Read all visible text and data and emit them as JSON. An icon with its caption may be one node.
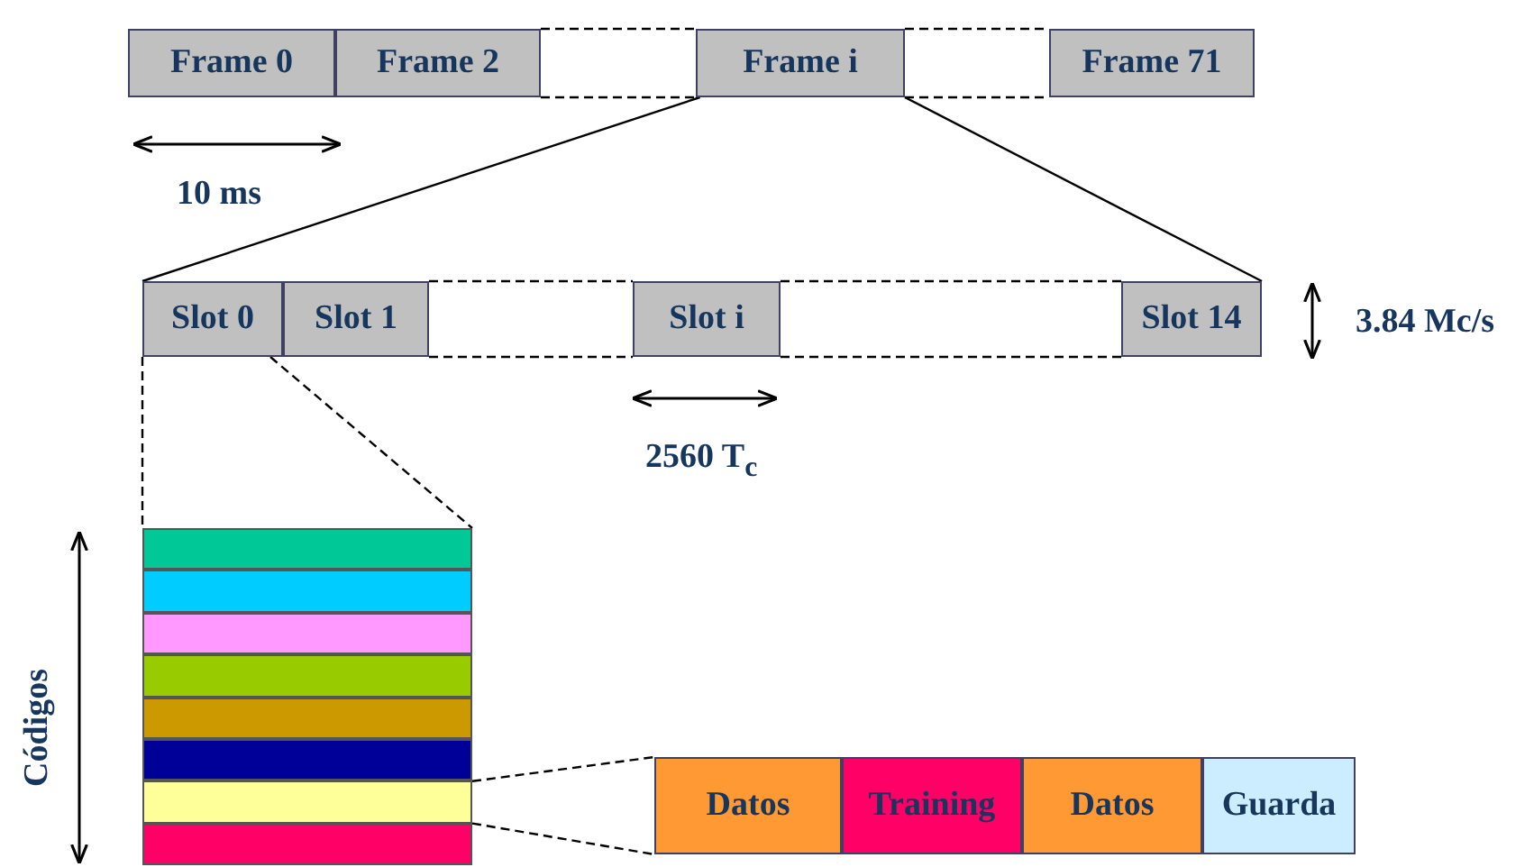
{
  "diagram": {
    "nodes": [
      {
        "text": [
          "Frame 0"
        ]
      },
      {
        "text": [
          "Frame 2"
        ]
      },
      {
        "text": [
          "Frame i"
        ]
      },
      {
        "text": [
          "Frame 71"
        ]
      },
      {
        "text": [
          "Slot 0"
        ]
      },
      {
        "text": [
          "Slot 1"
        ]
      },
      {
        "text": [
          "Slot i"
        ]
      },
      {
        "text": [
          "Slot 14"
        ]
      },
      {
        "text": [],
        "shape": "bar"
      },
      {
        "text": [],
        "shape": "bar"
      },
      {
        "text": [],
        "shape": "bar"
      },
      {
        "text": [],
        "shape": "bar"
      },
      {
        "text": [],
        "shape": "bar"
      },
      {
        "text": [],
        "shape": "bar"
      },
      {
        "text": [],
        "shape": "bar"
      },
      {
        "text": [],
        "shape": "bar"
      },
      {
        "text": [
          "Datos"
        ]
      },
      {
        "text": [
          "Training"
        ]
      },
      {
        "text": [
          "Datos"
        ]
      },
      {
        "text": [
          "Guarda"
        ]
      }
    ],
    "edges": [
      {
        "from": 1,
        "to": 2,
        "arrow": "none",
        "style": "dashed"
      },
      {
        "from": 2,
        "to": 3,
        "arrow": "none",
        "style": "dashed"
      },
      {
        "from": 2,
        "to": 4,
        "arrow": "none"
      },
      {
        "from": 2,
        "to": 7,
        "arrow": "none"
      },
      {
        "from": 5,
        "to": 6,
        "arrow": "none",
        "style": "dashed"
      },
      {
        "from": 6,
        "to": 7,
        "arrow": "none",
        "style": "dashed"
      },
      {
        "from": 4,
        "to": 8,
        "arrow": "none",
        "style": "dashed"
      },
      {
        "from": 4,
        "to": 8,
        "arrow": "none",
        "style": "dashed"
      },
      {
        "from": 14,
        "to": 16,
        "arrow": "none",
        "style": "dashed"
      },
      {
        "from": 14,
        "to": 16,
        "arrow": "none",
        "style": "dashed"
      }
    ],
    "labels": [
      "10 ms",
      "2560 T$_{c}$",
      "3.84 Mc/s",
      "Códigos"
    ]
  }
}
